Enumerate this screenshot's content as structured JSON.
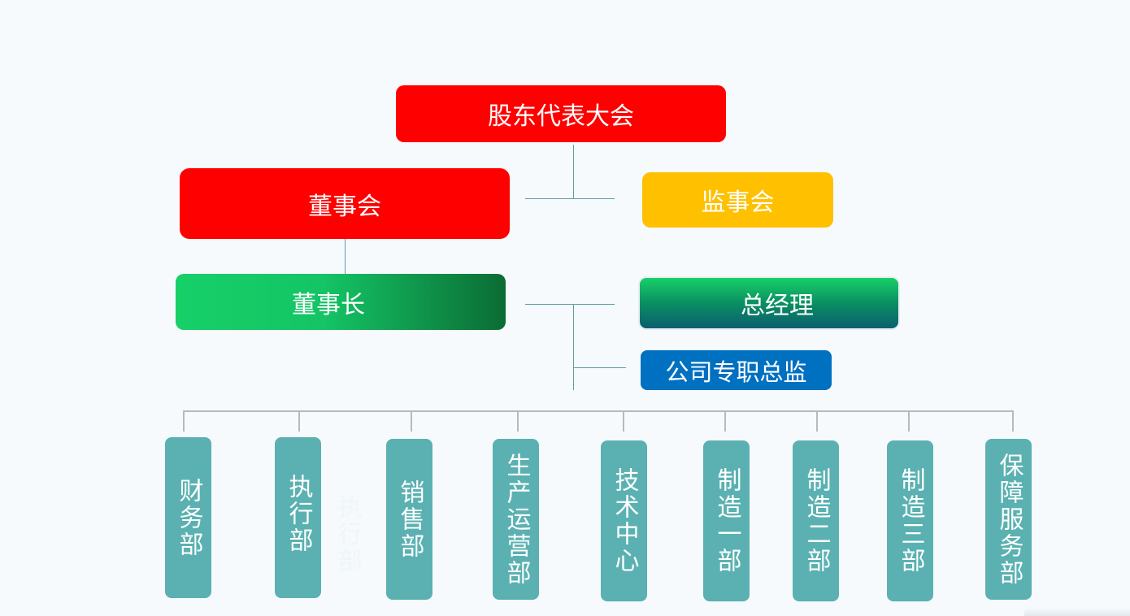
{
  "nodes": {
    "shareholders": "股东代表大会",
    "board": "董事会",
    "supervisors": "监事会",
    "chairman": "董事长",
    "general_manager": "总经理",
    "director": "公司专职总监"
  },
  "departments": [
    {
      "label": "财务部"
    },
    {
      "label": "执行部"
    },
    {
      "label": "销售部"
    },
    {
      "label": "生产运营部"
    },
    {
      "label": "技术中心"
    },
    {
      "label": "制造一部"
    },
    {
      "label": "制造二部"
    },
    {
      "label": "制造三部"
    },
    {
      "label": "保障服务部"
    }
  ],
  "ghost_label": "执行部",
  "colors": {
    "red": "#ff0000",
    "amber": "#ffc000",
    "green": "#17d068",
    "teal": "#0a5f6e",
    "blue": "#0070c0",
    "dept": "#5bb1b1"
  }
}
